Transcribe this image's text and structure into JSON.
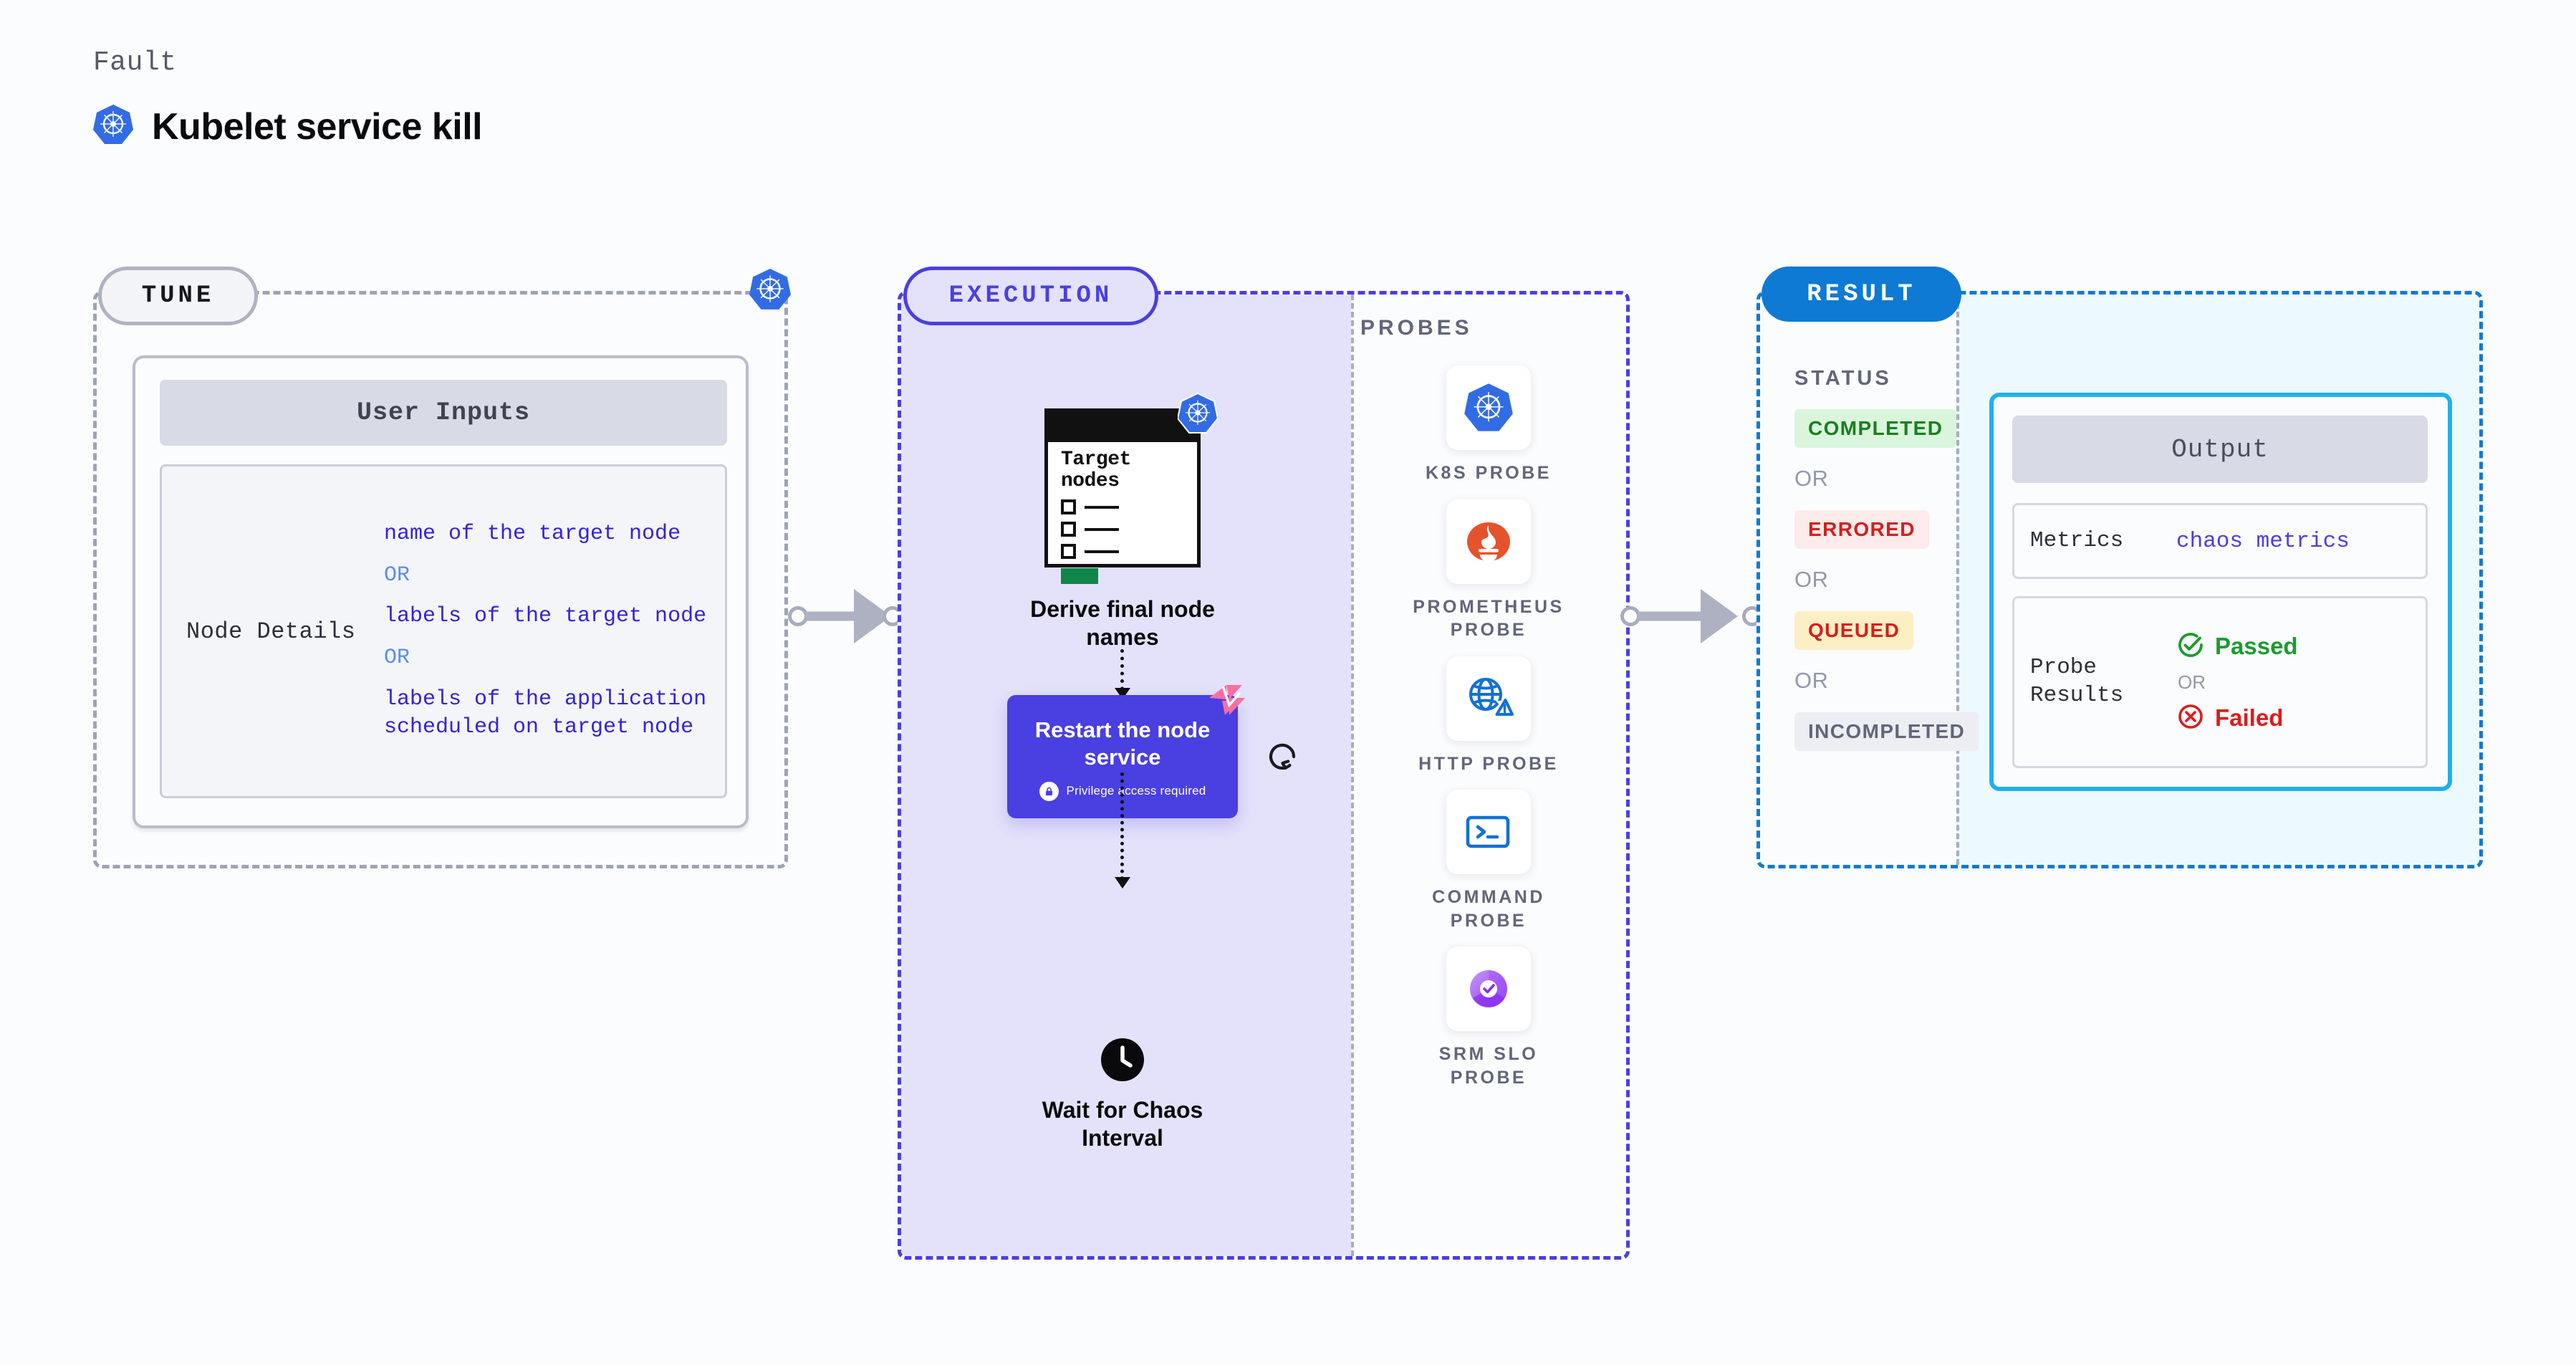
{
  "header": {
    "kicker": "Fault",
    "title": "Kubelet service kill",
    "icon": "kubernetes-icon"
  },
  "tune": {
    "badge": "TUNE",
    "corner_icon": "kubernetes-icon",
    "card_header": "User Inputs",
    "row_label": "Node Details",
    "values": [
      "name of the target node",
      "OR",
      "labels of the target node",
      "OR",
      "labels of the application scheduled on target node"
    ]
  },
  "execution": {
    "badge": "EXECUTION",
    "clipboard": {
      "title": "Target nodes",
      "icon": "kubernetes-icon"
    },
    "derive_label": "Derive final node names",
    "restart_card": {
      "title": "Restart the node service",
      "subtitle": "Privilege access required",
      "lock_icon": "lock-icon",
      "ribbon_icon": "chaos-ribbon-icon",
      "retry_icon": "retry-icon"
    },
    "wait": {
      "icon": "clock-icon",
      "label": "Wait for Chaos Interval"
    }
  },
  "probes": {
    "section_label": "PROBES",
    "items": [
      {
        "name": "K8S PROBE",
        "icon": "kubernetes-icon"
      },
      {
        "name": "PROMETHEUS\nPROBE",
        "icon": "prometheus-icon"
      },
      {
        "name": "HTTP PROBE",
        "icon": "globe-warning-icon"
      },
      {
        "name": "COMMAND\nPROBE",
        "icon": "terminal-icon"
      },
      {
        "name": "SRM SLO\nPROBE",
        "icon": "srm-slo-icon"
      }
    ]
  },
  "result": {
    "badge": "RESULT",
    "status_label": "STATUS",
    "or_text": "OR",
    "statuses": [
      {
        "label": "COMPLETED",
        "color": "#1a7f1f",
        "bg": "#d9f5dc"
      },
      {
        "label": "ERRORED",
        "color": "#d12020",
        "bg": "#fdeaea"
      },
      {
        "label": "QUEUED",
        "color": "#d12020",
        "bg": "#fdefc4"
      },
      {
        "label": "INCOMPLETED",
        "color": "#62667a",
        "bg": "#eceef4"
      }
    ],
    "output": {
      "header": "Output",
      "metrics_key": "Metrics",
      "metrics_value": "chaos metrics",
      "probe_results_key": "Probe Results",
      "passed_label": "Passed",
      "passed_color": "#1a9c2e",
      "failed_label": "Failed",
      "failed_color": "#e01b1b",
      "or_text": "OR",
      "passed_icon": "check-circle-icon",
      "failed_icon": "x-circle-icon"
    }
  },
  "colors": {
    "page_bg": "#fbfcfd",
    "tune_border": "#9ea3b4",
    "execution_border": "#4a3fe0",
    "execution_fill": "#e4e2fb",
    "result_border": "#0e7ad4",
    "result_fill": "#ecf9fe",
    "restart_card": "#4a3fe0",
    "output_border": "#20b0ea"
  }
}
